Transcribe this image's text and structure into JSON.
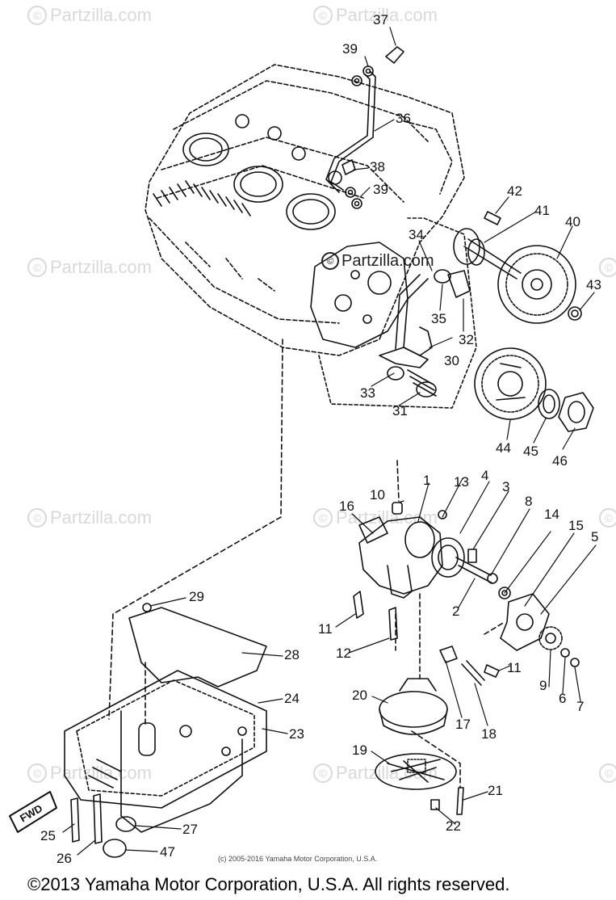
{
  "watermark": {
    "text": "Partzilla.com",
    "symbol": "©"
  },
  "center_watermark": "Partzilla.com",
  "small_copyright": "(c) 2005-2016 Yamaha Motor Corporation, U.S.A.",
  "footer_copyright": "©2013 Yamaha Motor Corporation, U.S.A. All rights reserved.",
  "fwd_label": "FWD",
  "parts": [
    {
      "id": "1",
      "label": "1"
    },
    {
      "id": "2",
      "label": "2"
    },
    {
      "id": "3",
      "label": "3"
    },
    {
      "id": "4",
      "label": "4"
    },
    {
      "id": "5",
      "label": "5"
    },
    {
      "id": "6",
      "label": "6"
    },
    {
      "id": "7",
      "label": "7"
    },
    {
      "id": "8",
      "label": "8"
    },
    {
      "id": "9",
      "label": "9"
    },
    {
      "id": "10",
      "label": "10"
    },
    {
      "id": "11a",
      "label": "11"
    },
    {
      "id": "11b",
      "label": "11"
    },
    {
      "id": "12",
      "label": "12"
    },
    {
      "id": "13",
      "label": "13"
    },
    {
      "id": "14",
      "label": "14"
    },
    {
      "id": "15",
      "label": "15"
    },
    {
      "id": "16",
      "label": "16"
    },
    {
      "id": "17",
      "label": "17"
    },
    {
      "id": "18",
      "label": "18"
    },
    {
      "id": "19",
      "label": "19"
    },
    {
      "id": "20",
      "label": "20"
    },
    {
      "id": "21",
      "label": "21"
    },
    {
      "id": "22",
      "label": "22"
    },
    {
      "id": "23",
      "label": "23"
    },
    {
      "id": "24",
      "label": "24"
    },
    {
      "id": "25",
      "label": "25"
    },
    {
      "id": "26",
      "label": "26"
    },
    {
      "id": "27",
      "label": "27"
    },
    {
      "id": "28",
      "label": "28"
    },
    {
      "id": "29",
      "label": "29"
    },
    {
      "id": "30",
      "label": "30"
    },
    {
      "id": "31",
      "label": "31"
    },
    {
      "id": "32",
      "label": "32"
    },
    {
      "id": "33",
      "label": "33"
    },
    {
      "id": "34",
      "label": "34"
    },
    {
      "id": "35",
      "label": "35"
    },
    {
      "id": "36",
      "label": "36"
    },
    {
      "id": "37",
      "label": "37"
    },
    {
      "id": "38",
      "label": "38"
    },
    {
      "id": "39a",
      "label": "39"
    },
    {
      "id": "39b",
      "label": "39"
    },
    {
      "id": "40",
      "label": "40"
    },
    {
      "id": "41",
      "label": "41"
    },
    {
      "id": "42",
      "label": "42"
    },
    {
      "id": "43",
      "label": "43"
    },
    {
      "id": "44",
      "label": "44"
    },
    {
      "id": "45",
      "label": "45"
    },
    {
      "id": "46",
      "label": "46"
    },
    {
      "id": "47",
      "label": "47"
    }
  ]
}
